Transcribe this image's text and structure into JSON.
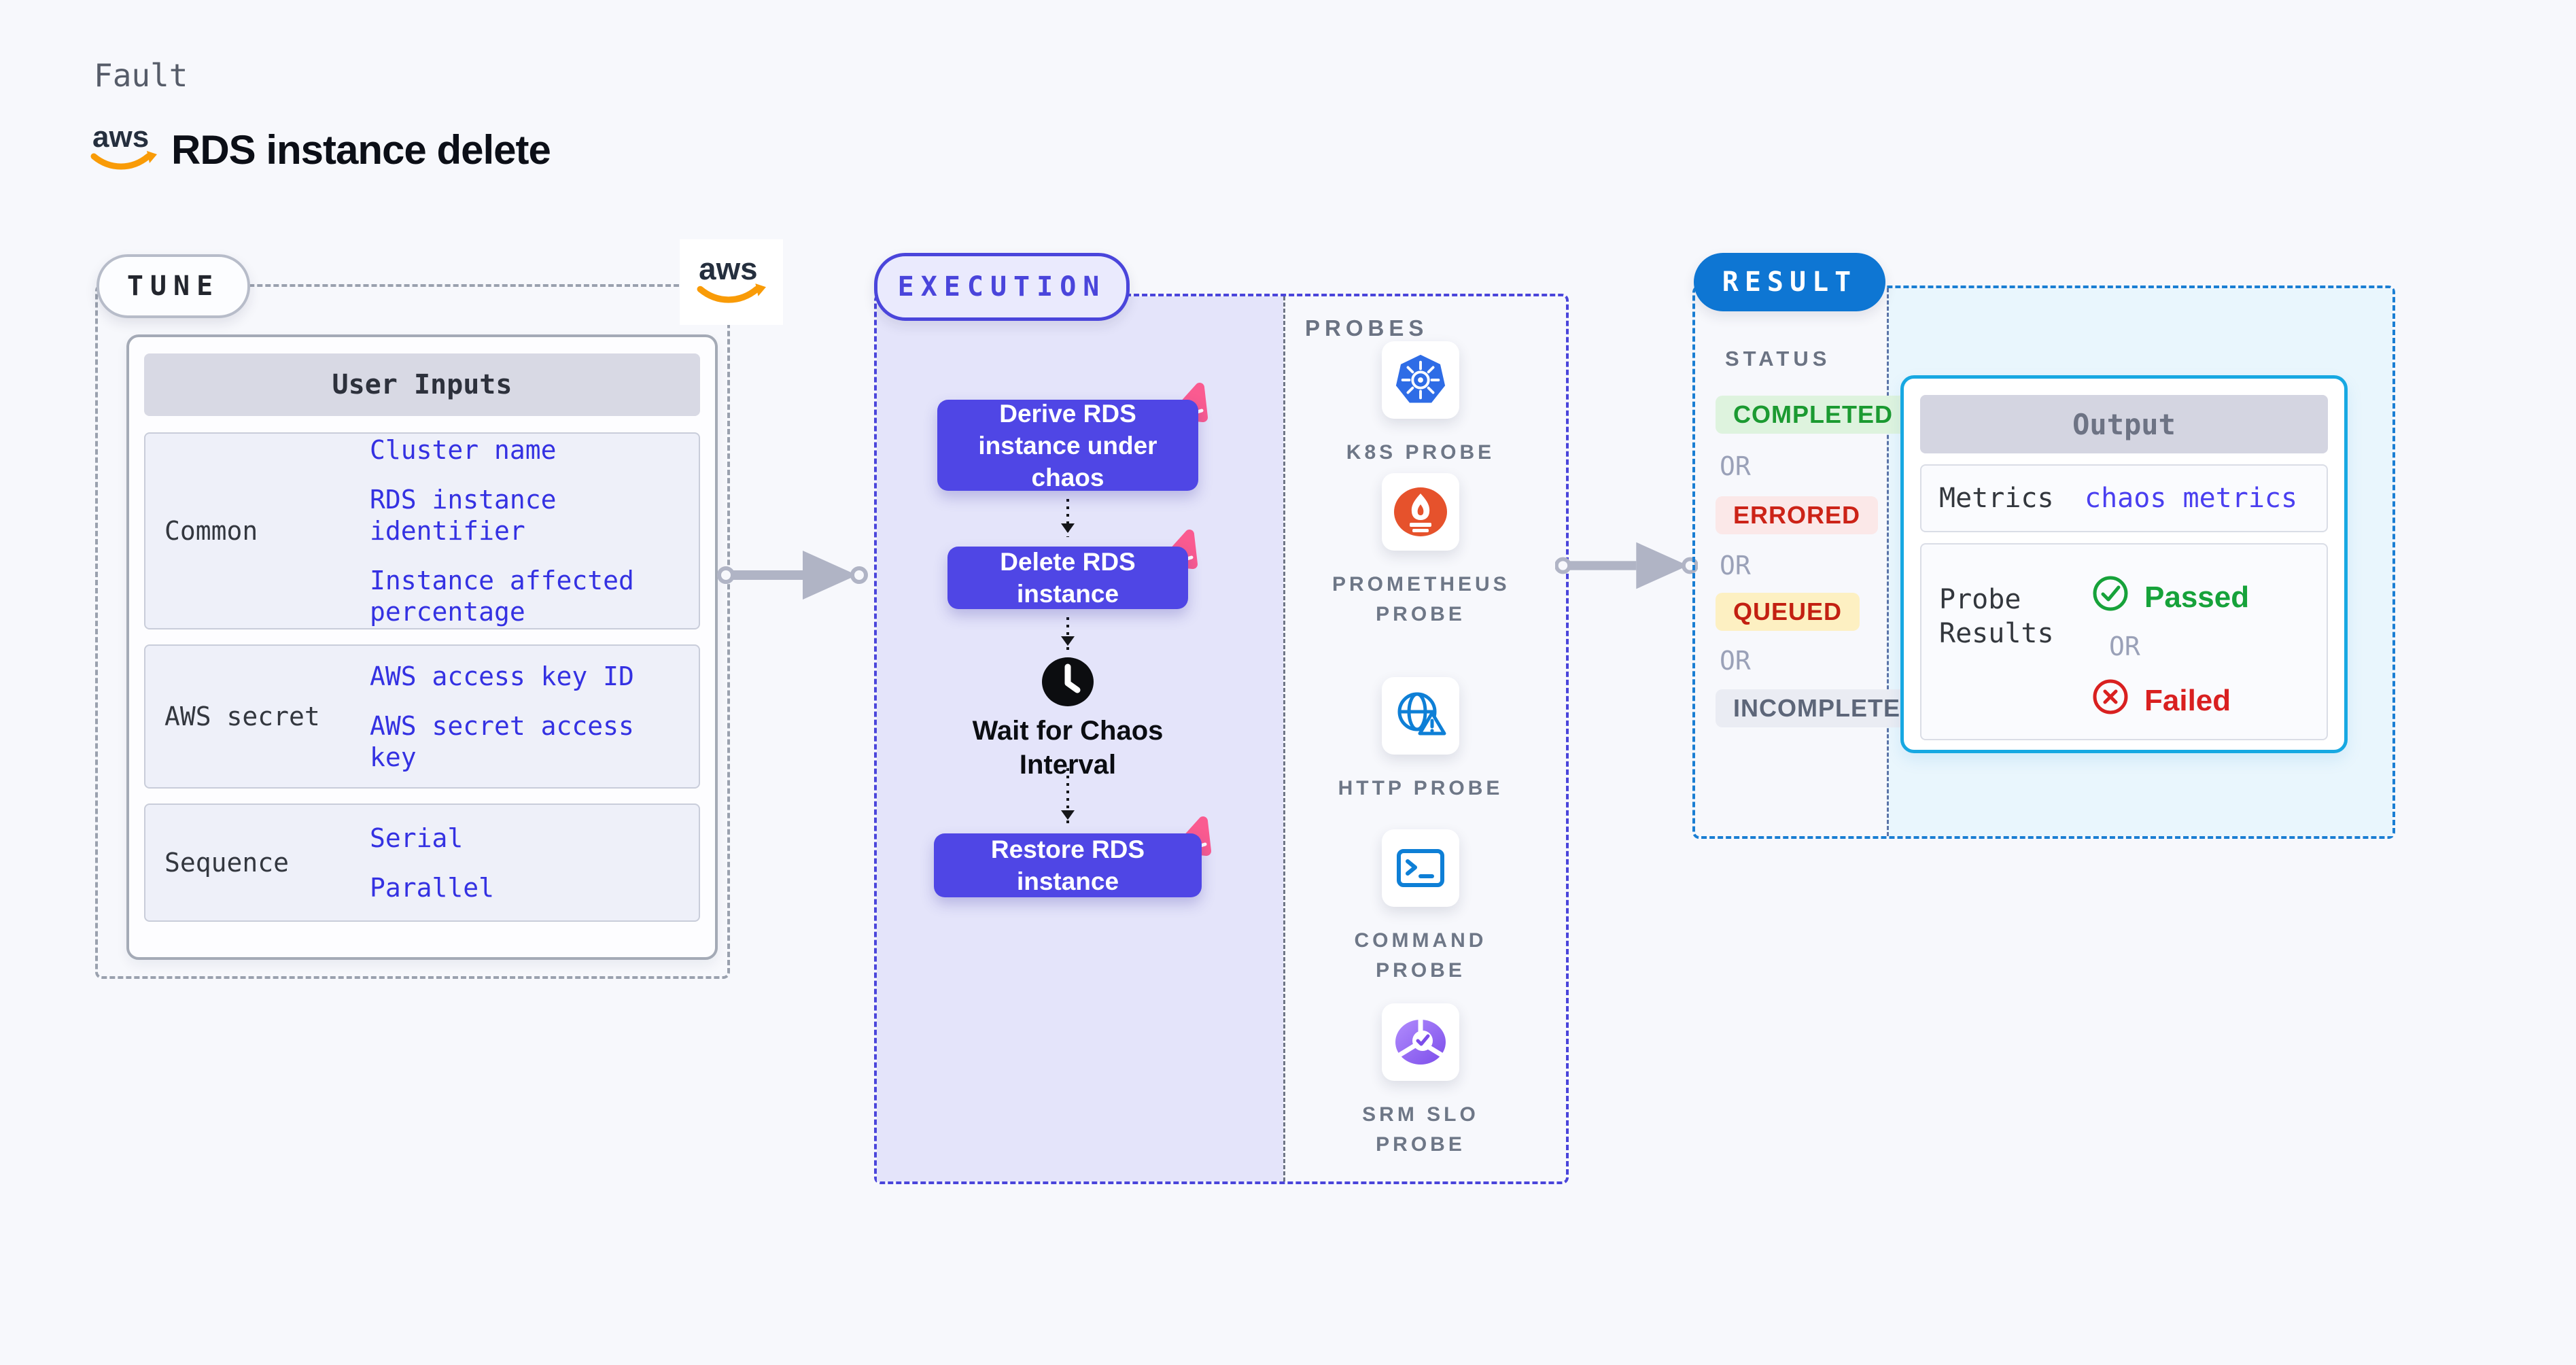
{
  "page": {
    "kicker": "Fault",
    "title": "RDS instance delete"
  },
  "logos": {
    "aws_text": "aws"
  },
  "tune": {
    "badge": "TUNE",
    "table": {
      "header": "User Inputs",
      "rows": [
        {
          "label": "Common",
          "values": [
            "Cluster name",
            "RDS instance identifier",
            "Instance affected percentage"
          ]
        },
        {
          "label": "AWS secret",
          "values": [
            "AWS access key ID",
            "AWS secret access key"
          ]
        },
        {
          "label": "Sequence",
          "values": [
            "Serial",
            "Parallel"
          ]
        }
      ]
    }
  },
  "execution": {
    "badge": "EXECUTION",
    "steps": [
      "Derive RDS instance under chaos",
      "Delete RDS instance",
      "Restore RDS instance"
    ],
    "wait_label": "Wait for Chaos Interval"
  },
  "probes": {
    "heading": "PROBES",
    "items": [
      {
        "label": "K8S PROBE",
        "icon": "kubernetes-icon"
      },
      {
        "label": "PROMETHEUS PROBE",
        "icon": "prometheus-icon"
      },
      {
        "label": "HTTP PROBE",
        "icon": "http-globe-icon"
      },
      {
        "label": "COMMAND PROBE",
        "icon": "terminal-icon"
      },
      {
        "label": "SRM SLO PROBE",
        "icon": "srm-slo-icon"
      }
    ]
  },
  "result": {
    "badge": "RESULT",
    "status_heading": "STATUS",
    "or_label": "OR",
    "statuses": [
      {
        "label": "COMPLETED",
        "type": "success"
      },
      {
        "label": "ERRORED",
        "type": "error"
      },
      {
        "label": "QUEUED",
        "type": "queued"
      },
      {
        "label": "INCOMPLETED",
        "type": "neutral"
      }
    ],
    "output": {
      "header": "Output",
      "metrics_label": "Metrics",
      "metrics_value": "chaos metrics",
      "probe_results_label": "Probe Results",
      "passed_label": "Passed",
      "failed_label": "Failed"
    }
  },
  "colors": {
    "background": "#f7f8fc",
    "execution_accent": "#4a45db",
    "node_fill": "#4f46e5",
    "litmus_pink": "#fa5b90",
    "result_accent": "#0e76d3",
    "output_border": "#17a8e2",
    "value_blue": "#3431e2",
    "metrics_value_blue": "#4a3ff0",
    "passed_green": "#16a23a",
    "failed_red": "#d92020",
    "completed_green": "#1b9a31",
    "errored_red": "#cc2317",
    "queued_red": "#c32012",
    "arrow_gray": "#b0b4c5"
  }
}
